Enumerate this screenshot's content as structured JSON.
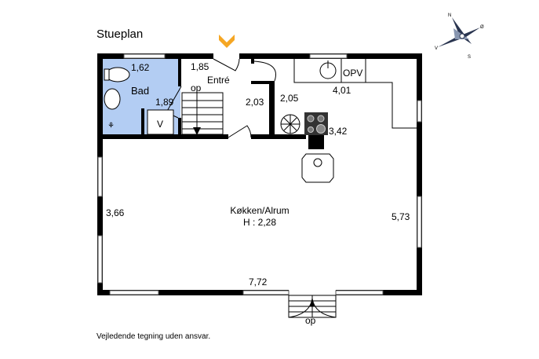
{
  "title": "Stueplan",
  "disclaimer": "Vejledende tegning uden ansvar.",
  "colors": {
    "bathroom": "#b3cdf3",
    "entrance_marker": "#f5a623",
    "wall": "#000000"
  },
  "rooms": {
    "bathroom": {
      "name": "Bad",
      "width": "1,62",
      "depth": "1,89",
      "fixture": "V"
    },
    "entry": {
      "name": "Entré",
      "width": "1,85",
      "depth": "2,03",
      "stairs_label": "op"
    },
    "closet": {
      "dim": "2,05"
    },
    "kitchen": {
      "counter_label": "OPV",
      "width_top": "4,01",
      "stove_dim": "3,42"
    },
    "living": {
      "name": "Køkken/Alrum",
      "height": "H : 2,28",
      "left_dim": "3,66",
      "right_dim": "5,73",
      "bottom_dim": "7,72"
    }
  },
  "front_steps_label": "op",
  "compass": {
    "north": "N",
    "east": "Ø",
    "south": "S",
    "west": "V"
  }
}
